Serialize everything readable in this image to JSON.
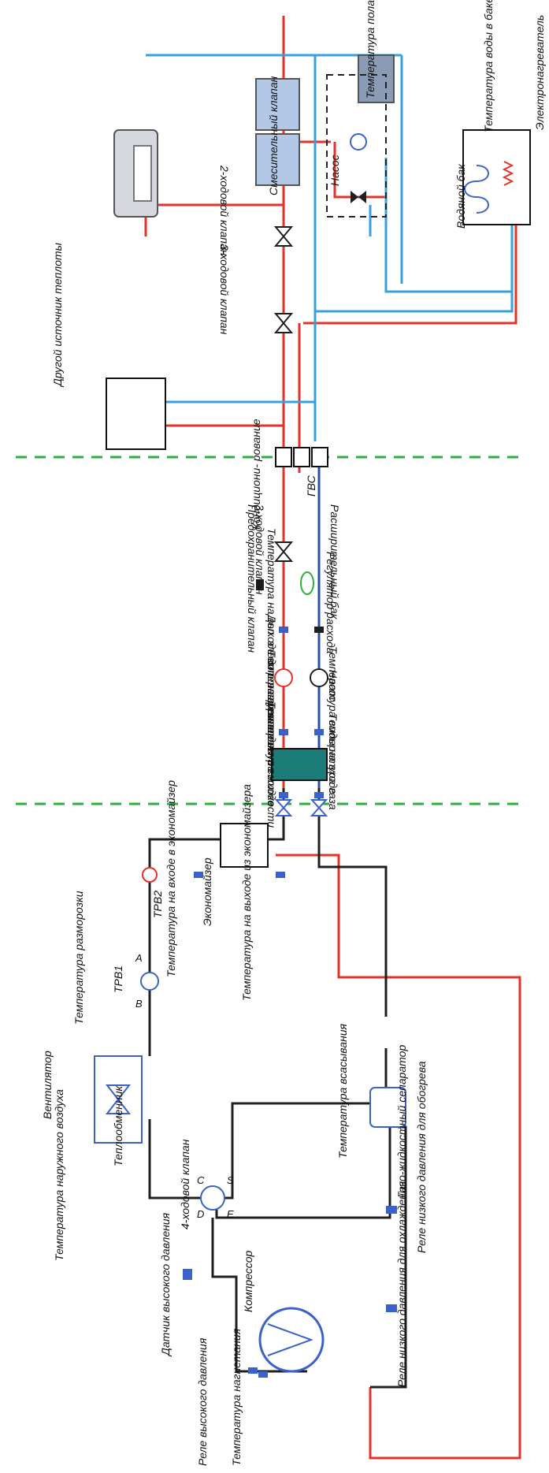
{
  "colors": {
    "hot": "#e4322b",
    "cold": "#3aa0dc",
    "refrigerant": "#1f1f1f",
    "water_return": "#2a4db0",
    "zone_divider": "#2fae3f",
    "component": "#3b62c8",
    "exchanger": "#1c7c77"
  },
  "labels": {
    "floor_temp": "Температура пола",
    "mixing_valve": "Смесительный клапан",
    "pump_floor": "Насос",
    "water_temp_tank": "Температура воды в баке",
    "electric_heater": "Электронагреватель",
    "water_tank": "Водяной бак",
    "two_way_valve": "2-ходовой клапан",
    "three_way_valve_top": "3-ходовой клапан",
    "other_heat_source": "Другой источник теплоты",
    "conditioning": "Кондициони- рование",
    "dhw": "ГВС",
    "three_way_valve": "3-ходовой клапан",
    "safety_valve": "Предохранительный клапан",
    "expansion_tank": "Расширительный бак",
    "temp_after_heater": "Температура на выходе доп. нагревателя",
    "flow_regulator": "Регулятор расхода",
    "aux_heater": "Доп. электронагреватель",
    "pump": "Насос",
    "water_out_temp": "Температура воды на выходе",
    "water_in_temp": "Температура воды на входе",
    "liquid_temp": "Температура жидкости",
    "gas_temp": "Температура газа",
    "trv2": "ТРВ2",
    "econ_in_temp": "Температура на входе в экономайзер",
    "economizer": "Экономайзер",
    "econ_out_temp": "Температура на выходе из экономайзера",
    "defrost_temp": "Температура разморозки",
    "trv1": "ТРВ1",
    "fan": "Вентилятор",
    "heat_exchanger": "Теплообменник",
    "suction_temp": "Температура всасывания",
    "separator": "Газо-жидкостный сепаратор",
    "outdoor_temp": "Температура наружного воздуха",
    "four_way_valve": "4-ходовой клапан",
    "lp_relay_heat": "Реле низкого давления для обогрева",
    "hp_sensor": "Датчик высокого давления",
    "compressor": "Компрессор",
    "lp_relay_cool": "Реле низкого давления для охлаждения",
    "hp_relay": "Реле высокого давления",
    "discharge_temp": "Температура нагнетания",
    "port_a": "A",
    "port_b": "B",
    "port_c": "C",
    "port_d": "D",
    "port_e": "E",
    "port_s": "S"
  }
}
